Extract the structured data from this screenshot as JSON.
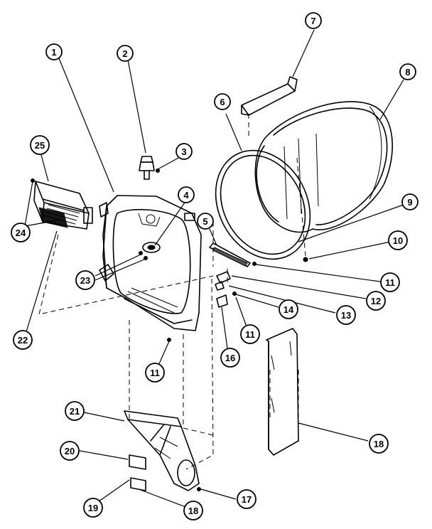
{
  "callouts": [
    {
      "id": "c1",
      "text": "1"
    },
    {
      "id": "c2",
      "text": "2"
    },
    {
      "id": "c3",
      "text": "3"
    },
    {
      "id": "c4",
      "text": "4"
    },
    {
      "id": "c5",
      "text": "5"
    },
    {
      "id": "c6",
      "text": "6"
    },
    {
      "id": "c7",
      "text": "7"
    },
    {
      "id": "c8",
      "text": "8"
    },
    {
      "id": "c9",
      "text": "9"
    },
    {
      "id": "c10",
      "text": "10"
    },
    {
      "id": "c11a",
      "text": "11"
    },
    {
      "id": "c11b",
      "text": "11"
    },
    {
      "id": "c11c",
      "text": "11"
    },
    {
      "id": "c12",
      "text": "12"
    },
    {
      "id": "c13",
      "text": "13"
    },
    {
      "id": "c14",
      "text": "14"
    },
    {
      "id": "c16",
      "text": "16"
    },
    {
      "id": "c17",
      "text": "17"
    },
    {
      "id": "c18a",
      "text": "18"
    },
    {
      "id": "c18b",
      "text": "18"
    },
    {
      "id": "c19",
      "text": "19"
    },
    {
      "id": "c20",
      "text": "20"
    },
    {
      "id": "c21",
      "text": "21"
    },
    {
      "id": "c22",
      "text": "22"
    },
    {
      "id": "c23",
      "text": "23"
    },
    {
      "id": "c24",
      "text": "24"
    },
    {
      "id": "c25",
      "text": "25"
    }
  ]
}
